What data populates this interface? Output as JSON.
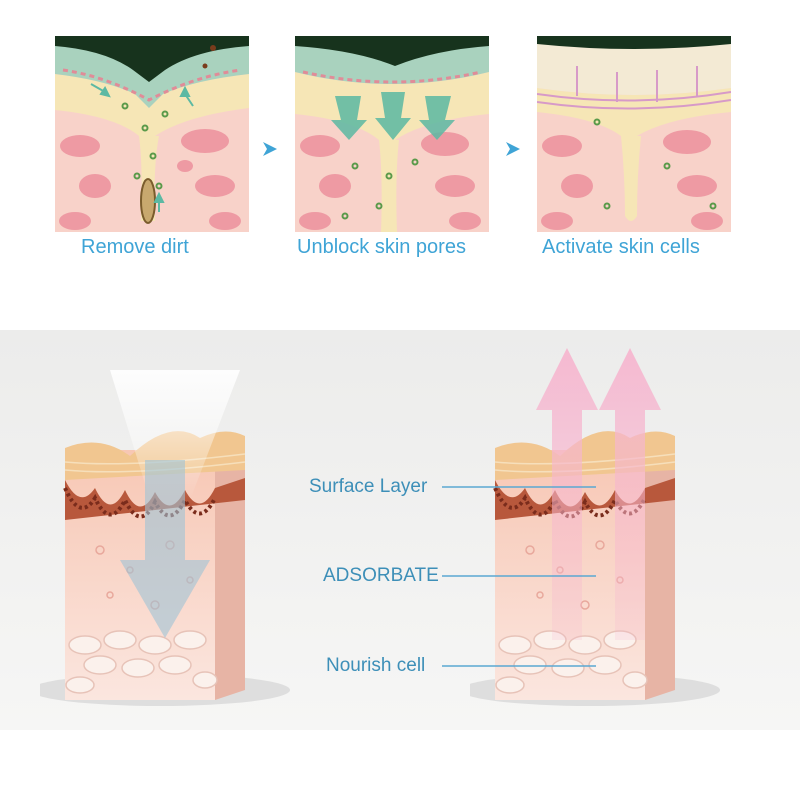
{
  "steps": [
    {
      "label": "Remove dirt"
    },
    {
      "label": "Unblock skin pores"
    },
    {
      "label": "Activate skin cells"
    }
  ],
  "layers": {
    "surface": "Surface Layer",
    "adsorbate": "ADSORBATE",
    "nourish": "Nourish cell"
  },
  "colors": {
    "label_blue": "#3fa4d6",
    "callout_blue": "#3d8fb8",
    "dark_green": "#17331d",
    "mint": "#a9d2be",
    "cream": "#f6e6b6",
    "skin": "#f8d2c9",
    "cell": "#ee9aa3",
    "arrow_teal": "#5cb9a3",
    "down_arrow": "#9fc3d6",
    "up_arrow": "#f6b6cf"
  }
}
